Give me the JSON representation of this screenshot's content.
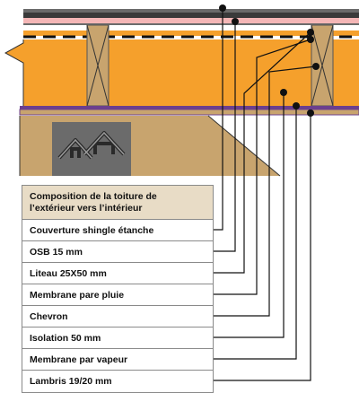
{
  "legend": {
    "header_line1": "Composition de la toiture de",
    "header_line2": "l’extérieur vers l’intérieur",
    "layers": [
      "Couverture shingle étanche",
      "OSB 15 mm",
      "Liteau 25X50 mm",
      "Membrane pare pluie",
      "Chevron",
      "Isolation 50 mm",
      "Membrane par vapeur",
      "Lambris 19/20 mm"
    ]
  },
  "colors": {
    "shingle": "#4a4a4a",
    "osb": "#f4b6b6",
    "insulation": "#f5a02c",
    "wood": "#c8a46e",
    "vapor_membrane": "#6b3f8e",
    "lambris": "#c8a46e",
    "legend_header": "#e8dcc6",
    "leader": "#111111"
  },
  "logo_icon": "house-roof-logo-icon"
}
